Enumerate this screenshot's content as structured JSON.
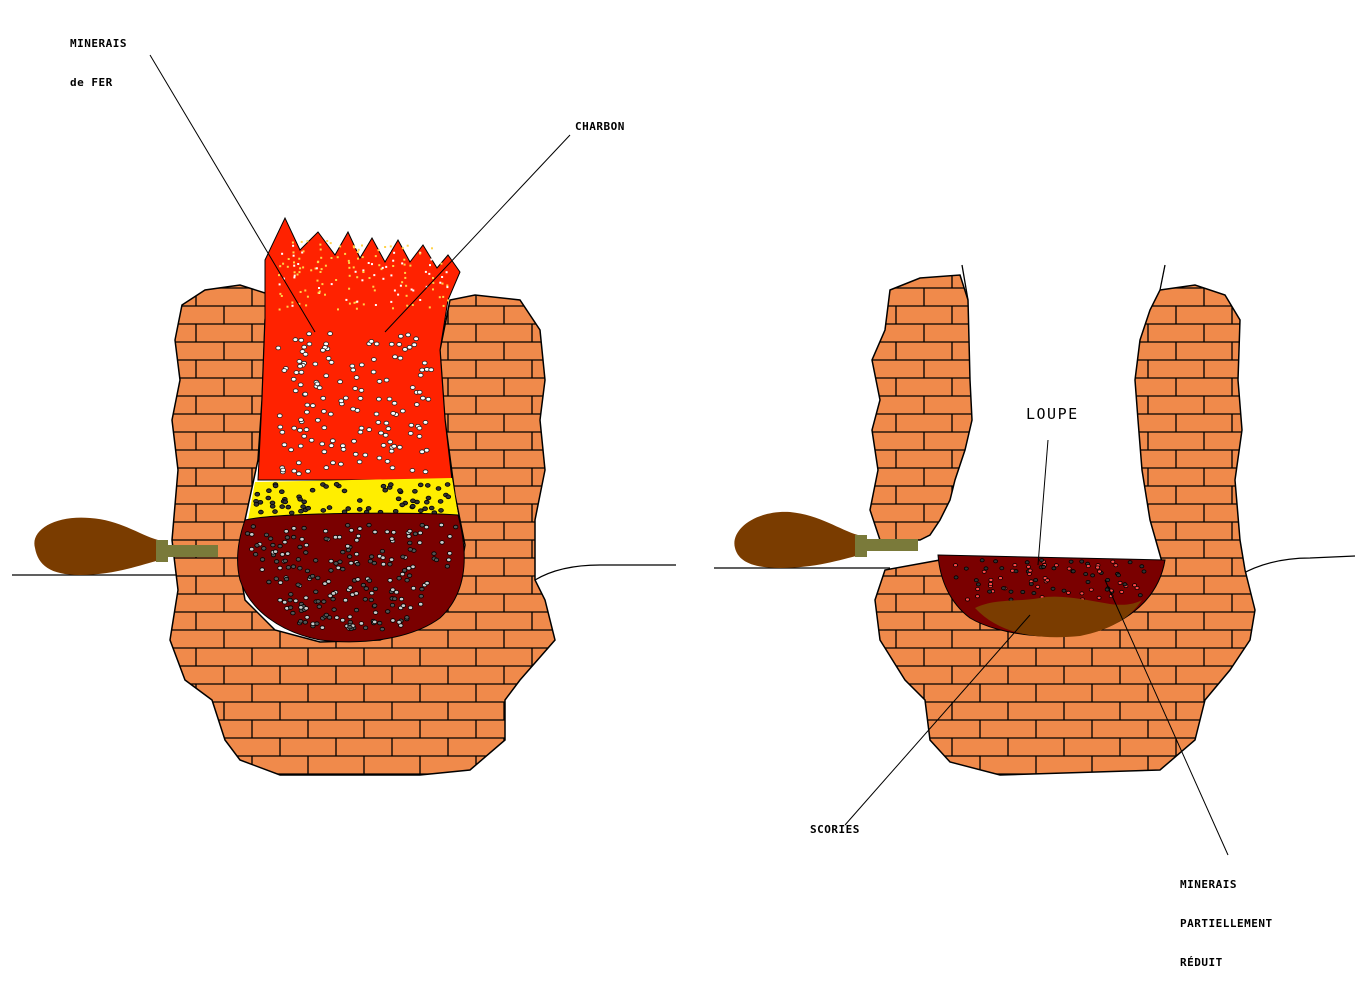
{
  "labels": {
    "minerais_de_fer_1": "MINERAIS",
    "minerais_de_fer_2": "de FER",
    "charbon": "CHARBON",
    "loupe": "LOUPE",
    "scories": "SCORIES",
    "minerais_reduit_1": "MINERAIS",
    "minerais_reduit_2": "PARTIELLEMENT",
    "minerais_reduit_3": "RÉDUIT"
  },
  "colors": {
    "brick": "#f08a4b",
    "mortar": "#000000",
    "fire": "#ff2200",
    "fire_spark": "#ffd34a",
    "yellow_band": "#ffee00",
    "crucible": "#7a0000",
    "slag": "#7a3c00",
    "bellows": "#7a3c00",
    "nozzle": "#7a7a3a",
    "ground": "#000000"
  }
}
